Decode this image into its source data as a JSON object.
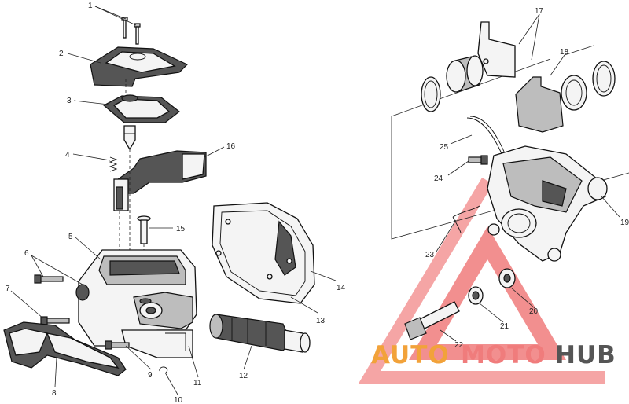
{
  "callouts": {
    "c1": "1",
    "c2": "2",
    "c3": "3",
    "c4": "4",
    "c5": "5",
    "c6": "6",
    "c7": "7",
    "c8": "8",
    "c9": "9",
    "c10": "10",
    "c11": "11",
    "c12": "12",
    "c13": "13",
    "c14": "14",
    "c15": "15",
    "c16": "16",
    "c17": "17",
    "c18": "18",
    "c19": "19",
    "c20": "20",
    "c21": "21",
    "c22": "22",
    "c23": "23",
    "c24": "24",
    "c25": "25"
  },
  "watermark": {
    "part1": "AUTO",
    "part2": "MOTO",
    "part3": "HUB",
    "colors": {
      "auto": "#f2a23a",
      "moto": "#f07c7c",
      "hub": "#555555",
      "triangle": "#f07c7c"
    }
  }
}
